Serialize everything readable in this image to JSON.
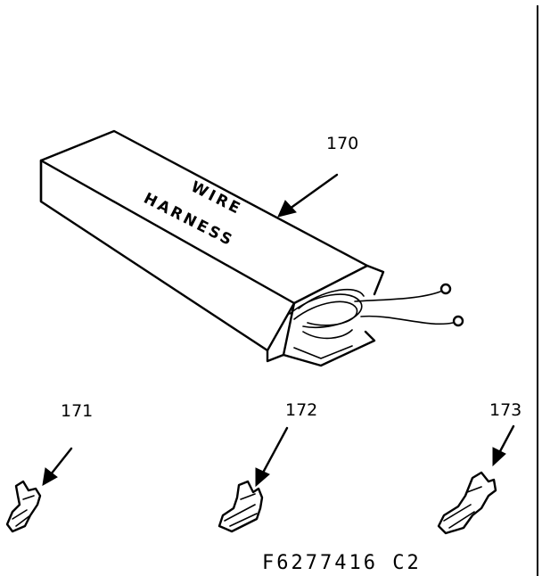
{
  "diagram": {
    "box_text_line1": "WIRE",
    "box_text_line2": "HARNESS",
    "callouts": [
      {
        "id": "170",
        "label": "170"
      },
      {
        "id": "171",
        "label": "171"
      },
      {
        "id": "172",
        "label": "172"
      },
      {
        "id": "173",
        "label": "173"
      }
    ],
    "figure_code": "F6277416 C2"
  }
}
